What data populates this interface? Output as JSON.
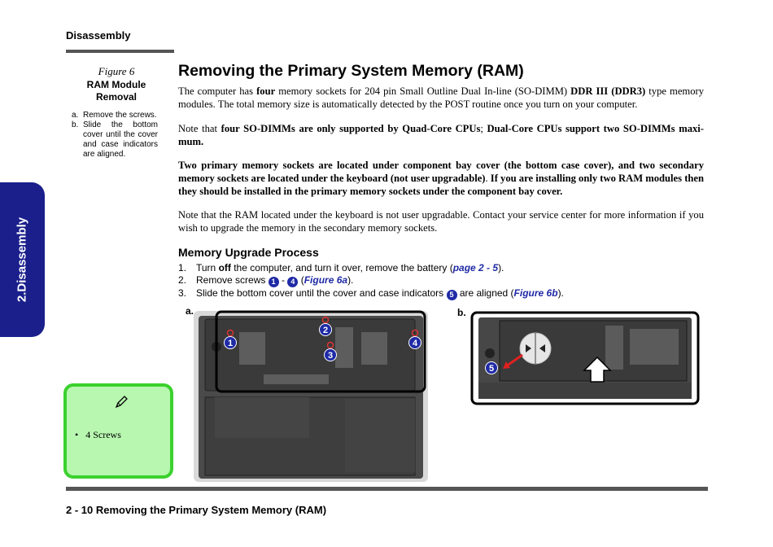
{
  "header": {
    "section": "Disassembly"
  },
  "side_tab": {
    "label": "2.Disassembly"
  },
  "figure": {
    "number": "Figure 6",
    "title_line1": "RAM Module",
    "title_line2": "Removal",
    "steps": [
      {
        "letter": "a.",
        "text": "Remove the screws."
      },
      {
        "letter": "b.",
        "text": "Slide the bottom cover until the cover and case indicators are aligned."
      }
    ]
  },
  "note": {
    "icon": "pencil-icon",
    "item": "4 Screws"
  },
  "main": {
    "title": "Removing the Primary System Memory (RAM)",
    "p1": {
      "a": "The computer has ",
      "b": "four",
      "c": " memory sockets for 204 pin Small Outline Dual In-line (SO-DIMM) ",
      "d": "DDR III (DDR3)",
      "e": " type memory modules. The total memory size is automatically detected by the POST routine once you turn on your computer."
    },
    "p2": {
      "a": "Note that ",
      "b": "four SO-DIMMs are only supported by Quad-Core CPUs",
      "c": "; ",
      "d": "Dual-Core CPUs support two SO-DIMMs maxi­mum."
    },
    "p3": {
      "a": "Two primary memory sockets are located under component bay cover (the bottom case cover), and two secondary memory sockets are located under the keyboard (not user upgradable)",
      "b": ". ",
      "c": "If you are installing only two RAM modules then they should be installed in the primary memory sockets under the component bay cover."
    },
    "p4": "Note that the RAM located under the keyboard is not user upgradable. Contact your service center for more information if you wish to upgrade the memory in the secondary memory sockets.",
    "subheading": "Memory Upgrade Process",
    "steps": [
      {
        "num": "1.",
        "a": "Turn ",
        "b": "off",
        "c": " the computer, and turn it over, remove the battery (",
        "link": "page 2 - 5",
        "d": ")."
      },
      {
        "num": "2.",
        "a": "Remove screws ",
        "badge1": "1",
        "dash": " - ",
        "badge2": "4",
        "c": " (",
        "link": "Figure 6a",
        "d": ")."
      },
      {
        "num": "3.",
        "a": "Slide the bottom cover until the cover and case indicators ",
        "badge": "5",
        "c": " are aligned (",
        "link": "Figure 6b",
        "d": ")."
      }
    ]
  },
  "images": {
    "label_a": "a.",
    "label_b": "b.",
    "callouts_a": [
      "1",
      "2",
      "3",
      "4"
    ],
    "callout_b": "5"
  },
  "footer": {
    "text": "2  -  10  Removing the Primary System Memory (RAM)"
  },
  "colors": {
    "accent": "#1f2aa6",
    "tab": "#1a1f8c",
    "note_bg": "#b8f7b0",
    "note_border": "#3bd12e"
  }
}
